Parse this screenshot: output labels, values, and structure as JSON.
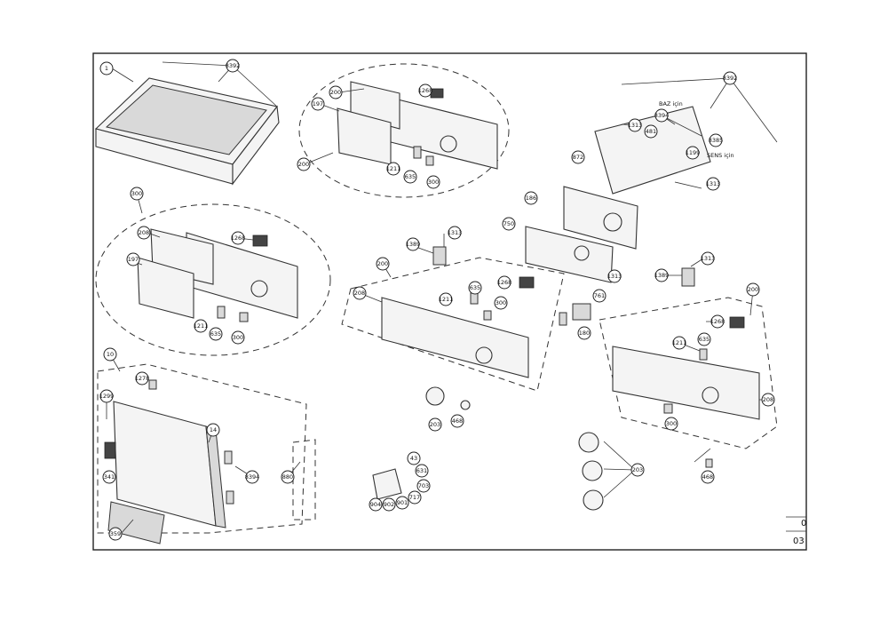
{
  "labels": {
    "l1": "1",
    "l8392a": "8392",
    "l8392b": "8392",
    "l200a": "200",
    "l197a": "197",
    "l1268a": "1268",
    "l200b": "200",
    "l1211a": "1211",
    "l635a": "635",
    "l300a": "300",
    "l300b": "300",
    "l208a": "208",
    "l1268b": "1268",
    "l197b": "197",
    "l1211b": "1211",
    "l635b": "635",
    "l300c": "300",
    "l10": "10",
    "l1278": "1278",
    "l1299": "1299",
    "l14": "14",
    "l8394": "8394",
    "l341": "341",
    "l880": "880",
    "l359": "359",
    "l872": "872",
    "l8394b": "8394",
    "l1313a": "1313",
    "l481": "481",
    "l8385": "8385",
    "l1199": "1199",
    "l1313b": "1313",
    "l186": "186",
    "l750": "750",
    "l1313c": "1313",
    "l1389a": "1389",
    "l200c": "200",
    "l208b": "208",
    "l1211c": "1211",
    "l635c": "635",
    "l1268c": "1268",
    "l300d": "300",
    "l1313d": "1313",
    "l761": "761",
    "l180": "180",
    "l1313e": "1313",
    "l1389b": "1389",
    "l200d": "200",
    "l1268d": "1268",
    "l1211d": "1211",
    "l635d": "635",
    "l208c": "208",
    "l300e": "300",
    "l203a": "203",
    "l468a": "468",
    "l203b": "203",
    "l468b": "468",
    "l43": "43",
    "l631": "631",
    "l703": "703",
    "l717": "717",
    "l901": "901",
    "l902": "902",
    "l904": "904"
  },
  "notes": {
    "baz": "BAZ için",
    "sens": "SENS için"
  },
  "corner": {
    "top": "0",
    "bottom": "03"
  }
}
